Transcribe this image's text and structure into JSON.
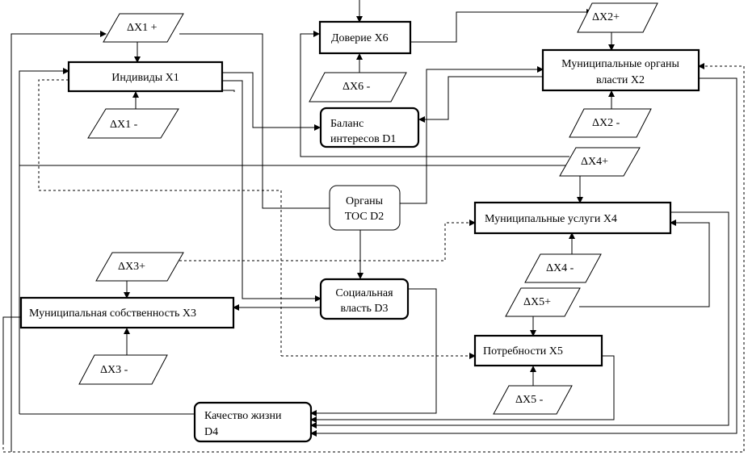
{
  "nodes": {
    "individuals": "Индивиды X1",
    "trust": "Доверие X6",
    "municipal_authorities": [
      "Муниципальные органы",
      "власти  X2"
    ],
    "balance": [
      "Баланс",
      "интересов D1"
    ],
    "tos_bodies": [
      "Органы",
      "ТОС D2"
    ],
    "municipal_services": "Муниципальные услуги X4",
    "social_power": [
      "Социальная",
      "власть  D3"
    ],
    "municipal_property": "Муниципальная собственность X3",
    "needs": "Потребности X5",
    "quality_of_life": [
      "Качество жизни",
      "D4"
    ]
  },
  "deltas": {
    "dx1_plus": "ΔX1 +",
    "dx1_minus": "ΔX1  -",
    "dx6_minus": "ΔX6  -",
    "dx2_plus": "ΔX2+",
    "dx2_minus": "ΔX2 -",
    "dx4_plus": "ΔX4+",
    "dx4_minus": "ΔX4 -",
    "dx3_plus": "ΔX3+",
    "dx3_minus": "ΔX3 -",
    "dx5_plus": "ΔX5+",
    "dx5_minus": "ΔX5 -"
  }
}
